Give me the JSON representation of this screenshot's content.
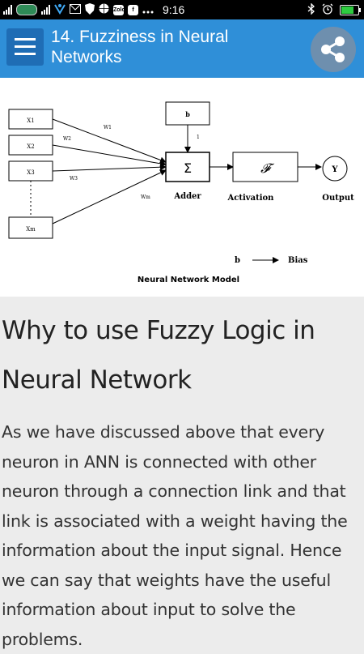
{
  "status_bar": {
    "time": "9:16",
    "left_icons": [
      "signal-icon",
      "operator-logo-icon",
      "signal-icon",
      "network-icon",
      "mail-icon",
      "shield-icon",
      "basketball-icon",
      "app-icon",
      "facebook-icon",
      "more-icon"
    ],
    "mini_labels": {
      "app": "Zolo",
      "facebook": "f"
    },
    "right_icons": [
      "bluetooth-icon",
      "alarm-icon",
      "battery-icon"
    ]
  },
  "app_bar": {
    "title": "14. Fuzziness in Neural Networks",
    "menu_icon": "hamburger-icon",
    "share_icon": "share-icon",
    "color": "#2f8fd8"
  },
  "diagram": {
    "inputs": [
      "X1",
      "X2",
      "X3",
      "Xm"
    ],
    "weights": [
      "W1",
      "W2",
      "W3",
      "Wm"
    ],
    "bias_box": "b",
    "bias_weight": "1",
    "sum_symbol": "Σ",
    "activation_symbol": "𝓕",
    "output_symbol": "Y",
    "labels": {
      "adder": "Adder",
      "activation": "Activation",
      "output": "Output"
    },
    "legend": {
      "symbol": "b",
      "text": "Bias"
    },
    "caption": "Neural Network Model"
  },
  "article": {
    "heading": "Why to use Fuzzy Logic in Neural Network",
    "paragraph": "As we have discussed above that every neuron in ANN is connected with other neuron through a connection link and that link is associated with a weight having the information about the input signal. Hence we can say that weights have the useful information about input to solve the problems."
  }
}
